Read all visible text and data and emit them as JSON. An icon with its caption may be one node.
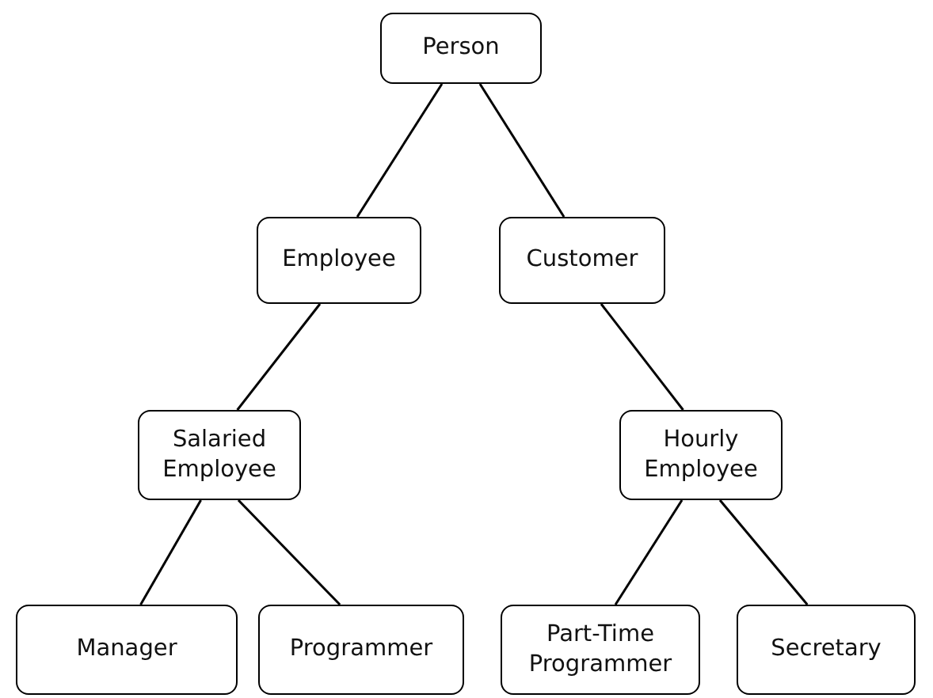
{
  "diagram": {
    "nodes": [
      {
        "text": [
          "Person"
        ]
      },
      {
        "text": [
          "Employee"
        ]
      },
      {
        "text": [
          "Customer"
        ]
      },
      {
        "text": [
          "Salaried Employee"
        ]
      },
      {
        "text": [
          "Hourly Employee"
        ]
      },
      {
        "text": [
          "Manager"
        ]
      },
      {
        "text": [
          "Programmer"
        ]
      },
      {
        "text": [
          "Part-Time Programmer"
        ]
      },
      {
        "text": [
          "Secretary"
        ]
      }
    ],
    "edges": [
      {
        "from": 0,
        "to": 1,
        "arrow": "none"
      },
      {
        "from": 0,
        "to": 2,
        "arrow": "none"
      },
      {
        "from": 1,
        "to": 3,
        "arrow": "none"
      },
      {
        "from": 3,
        "to": 5,
        "arrow": "none"
      },
      {
        "from": 3,
        "to": 6,
        "arrow": "none"
      },
      {
        "from": 2,
        "to": 4,
        "arrow": "none"
      },
      {
        "from": 4,
        "to": 7,
        "arrow": "none"
      },
      {
        "from": 4,
        "to": 8,
        "arrow": "none"
      }
    ]
  }
}
